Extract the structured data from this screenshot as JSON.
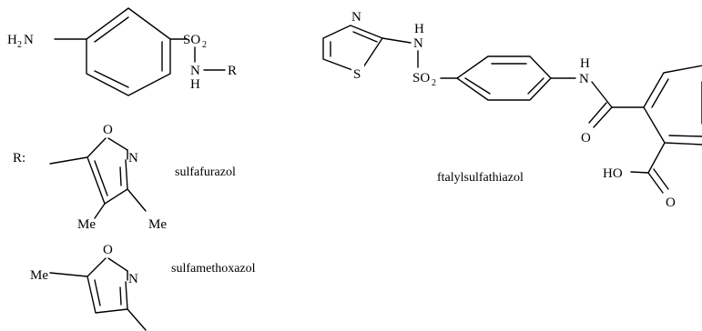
{
  "atoms": {
    "amine": "H",
    "amine_sub": "2",
    "amine_n": "N",
    "sulfonyl": "SO",
    "sulfonyl_sub": "2",
    "amide_n": "N",
    "amide_h": "H",
    "r_group": "R",
    "r_label": "R:",
    "oxygen": "O",
    "nitrogen": "N",
    "methyl": "Me",
    "sulfur": "S",
    "hydroxyl": "HO"
  },
  "compounds": {
    "sulfafurazol": "sulfafurazol",
    "sulfamethoxazol": "sulfamethoxazol",
    "ftalylsulfathiazol": "ftalylsulfathiazol"
  },
  "colors": {
    "ink": "#000000",
    "background": "#ffffff"
  }
}
